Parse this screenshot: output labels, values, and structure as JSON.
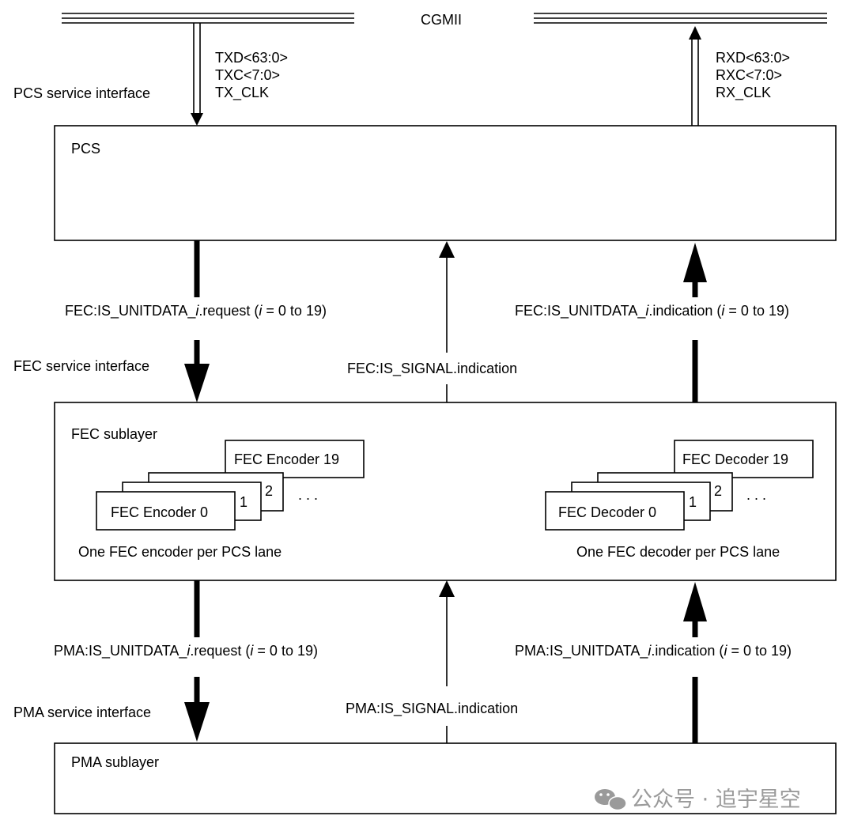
{
  "cgmii": "CGMII",
  "tx_signals": [
    "TXD<63:0>",
    "TXC<7:0>",
    "TX_CLK"
  ],
  "rx_signals": [
    "RXD<63:0>",
    "RXC<7:0>",
    "RX_CLK"
  ],
  "pcs_service_interface": "PCS service interface",
  "pcs_label": "PCS",
  "fec_request": {
    "pre": "FEC:IS_UNITDATA_",
    "i": "i",
    "mid": ".request (",
    "i2": "i",
    "post": " = 0 to 19)"
  },
  "fec_indication": {
    "pre": "FEC:IS_UNITDATA_",
    "i": "i",
    "mid": ".indication (",
    "i2": "i",
    "post": " = 0 to 19)"
  },
  "fec_service_interface": "FEC service interface",
  "fec_signal": "FEC:IS_SIGNAL.indication",
  "fec_sublayer": "FEC sublayer",
  "encoder_last": "FEC Encoder 19",
  "encoder_0": "FEC Encoder 0",
  "decoder_last": "FEC Decoder 19",
  "decoder_0": "FEC Decoder 0",
  "num_1": "1",
  "num_2": "2",
  "ellipsis": ". . .",
  "encoder_caption": "One FEC encoder per PCS lane",
  "decoder_caption": "One FEC decoder per PCS lane",
  "pma_request": {
    "pre": "PMA:IS_UNITDATA_",
    "i": "i",
    "mid": ".request (",
    "i2": "i",
    "post": " = 0 to 19)"
  },
  "pma_indication": {
    "pre": "PMA:IS_UNITDATA_",
    "i": "i",
    "mid": ".indication (",
    "i2": "i",
    "post": " = 0 to 19)"
  },
  "pma_service_interface": "PMA service interface",
  "pma_signal": "PMA:IS_SIGNAL.indication",
  "pma_sublayer": "PMA sublayer",
  "watermark": "公众号 · 追宇星空"
}
